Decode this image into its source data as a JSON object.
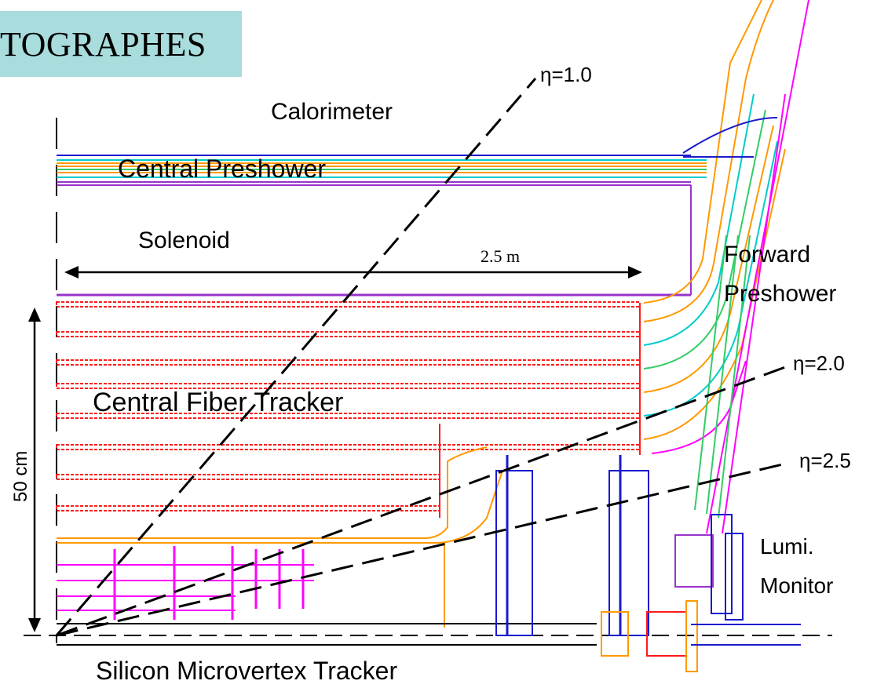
{
  "banner": {
    "text": "TOGRAPHES"
  },
  "labels": {
    "calorimeter": "Calorimeter",
    "central_preshower": "Central Preshower",
    "solenoid": "Solenoid",
    "dimension_length": "2.5 m",
    "forward_preshower_line1": "Forward",
    "forward_preshower_line2": "Preshower",
    "central_fiber_tracker": "Central Fiber Tracker",
    "dimension_height": "50 cm",
    "lumi_line1": "Lumi.",
    "lumi_line2": "Monitor",
    "silicon_tracker": "Silicon Microvertex Tracker"
  },
  "eta_lines": [
    {
      "label": "η=1.0"
    },
    {
      "label": "η=2.0"
    },
    {
      "label": "η=2.5"
    }
  ],
  "colors": {
    "banner_bg": "#a8dcdd",
    "fiber_layers": "#ff1a1a",
    "solenoid": "#9933cc",
    "magenta_detector": "#ff00ff",
    "blue_supports": "#1a1acc",
    "orange_cables": "#ff9900",
    "cyan_cables": "#00cccc",
    "green_cables": "#33cc66"
  }
}
